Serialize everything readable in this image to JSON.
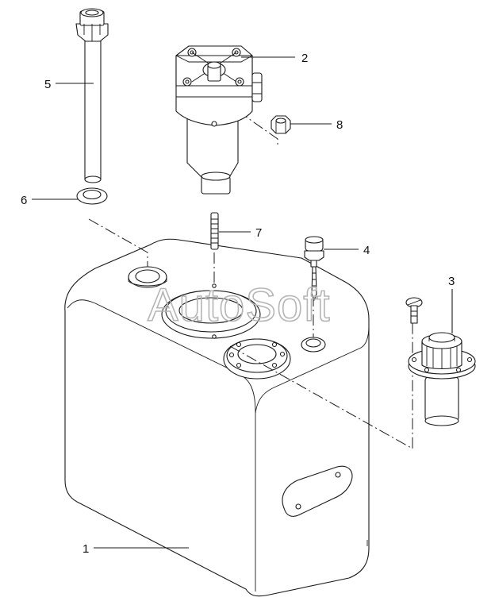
{
  "watermark": "AutoSoft",
  "callouts": {
    "c1": "1",
    "c2": "2",
    "c3": "3",
    "c4": "4",
    "c5": "5",
    "c6": "6",
    "c7": "7",
    "c8": "8"
  }
}
